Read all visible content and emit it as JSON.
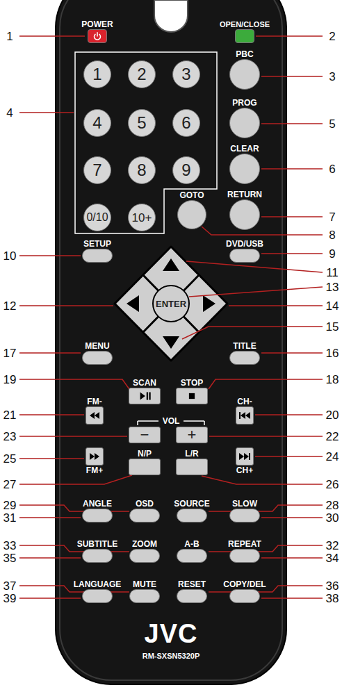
{
  "diagram": {
    "nodes": [
      {
        "text": [
          "POWER"
        ]
      },
      {
        "text": [
          "OPEN/CLOSE"
        ]
      },
      {
        "text": [
          "1"
        ]
      },
      {
        "text": [
          "2"
        ]
      },
      {
        "text": [
          "3"
        ]
      },
      {
        "text": [
          "PBC"
        ]
      },
      {
        "text": [
          "4"
        ]
      },
      {
        "text": [
          "5"
        ]
      },
      {
        "text": [
          "6"
        ]
      },
      {
        "text": [
          "PROG"
        ]
      },
      {
        "text": [
          "7"
        ]
      },
      {
        "text": [
          "8"
        ]
      },
      {
        "text": [
          "9"
        ]
      },
      {
        "text": [
          "CLEAR"
        ]
      },
      {
        "text": [
          "0/10"
        ]
      },
      {
        "text": [
          "10+"
        ]
      },
      {
        "text": [
          "GOTO"
        ]
      },
      {
        "text": [
          "RETURN"
        ]
      },
      {
        "text": [
          "SETUP"
        ]
      },
      {
        "text": [
          "DVD/USB"
        ]
      },
      {
        "text": [
          "ENTER"
        ]
      },
      {
        "text": [
          "MENU"
        ]
      },
      {
        "text": [
          "TITLE"
        ]
      },
      {
        "text": [
          "SCAN"
        ]
      },
      {
        "text": [
          "STOP"
        ]
      },
      {
        "text": [
          "FM-"
        ]
      },
      {
        "text": [
          "−"
        ]
      },
      {
        "text": [
          "+"
        ]
      },
      {
        "text": [
          "CH-"
        ]
      },
      {
        "text": [
          "FM+"
        ]
      },
      {
        "text": [
          "N/P"
        ]
      },
      {
        "text": [
          "L/R"
        ]
      },
      {
        "text": [
          "CH+"
        ]
      },
      {
        "text": [
          "ANGLE"
        ]
      },
      {
        "text": [
          "OSD"
        ]
      },
      {
        "text": [
          "SOURCE"
        ]
      },
      {
        "text": [
          "SLOW"
        ]
      },
      {
        "text": [
          "SUBTITLE"
        ]
      },
      {
        "text": [
          "ZOOM"
        ]
      },
      {
        "text": [
          "A-B"
        ]
      },
      {
        "text": [
          "REPEAT"
        ]
      },
      {
        "text": [
          "LANGUAGE"
        ]
      },
      {
        "text": [
          "MUTE"
        ]
      },
      {
        "text": [
          "RESET"
        ]
      },
      {
        "text": [
          "COPY/DEL"
        ]
      }
    ],
    "labels": [
      "VOL",
      "JVC",
      "RM-SXSN5320P",
      "1",
      "2",
      "3",
      "4",
      "5",
      "6",
      "7",
      "8",
      "9",
      "10",
      "11",
      "12",
      "13",
      "14",
      "15",
      "16",
      "17",
      "18",
      "19",
      "20",
      "21",
      "22",
      "23",
      "24",
      "25",
      "26",
      "27",
      "28",
      "29",
      "30",
      "31",
      "32",
      "33",
      "34",
      "35",
      "36",
      "37",
      "38",
      "39"
    ]
  }
}
